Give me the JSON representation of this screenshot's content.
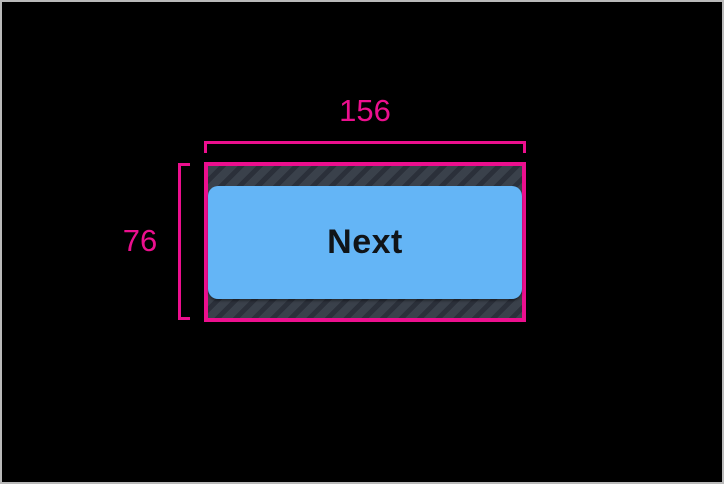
{
  "canvas": {
    "background_color": "#000000",
    "frame_border_color": "#b9b9b9"
  },
  "measurement_overlay": {
    "guide_color": "#ec0f8e",
    "width_label": "156",
    "height_label": "76"
  },
  "padding_overlay": {
    "base_color": "#3a414b",
    "stripe_color": "#2b303a",
    "stripe_direction": "bottom-left-to-top-right"
  },
  "button": {
    "label": "Next",
    "fill_color": "#64b5f6",
    "text_color": "#101418"
  }
}
